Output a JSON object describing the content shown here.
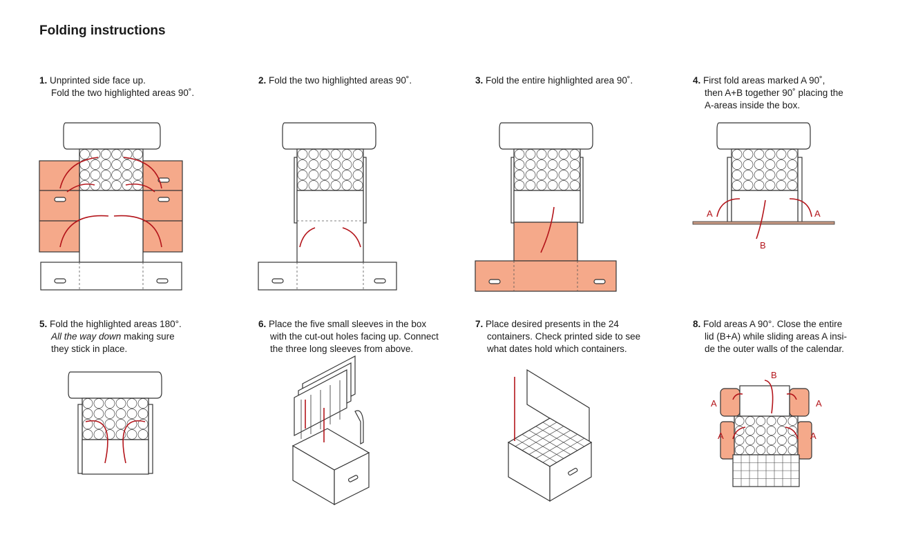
{
  "title": "Folding instructions",
  "colors": {
    "highlight": "#f5a98a",
    "arrow": "#b3141a",
    "line": "#333333"
  },
  "steps": [
    {
      "num": "1.",
      "line1": "Unprinted side face up.",
      "line2": "Fold the two highlighted areas 90˚."
    },
    {
      "num": "2.",
      "line1": "Fold the two highlighted areas 90˚."
    },
    {
      "num": "3.",
      "line1": "Fold the entire highlighted area 90˚."
    },
    {
      "num": "4.",
      "line1": "First fold areas marked A 90˚,",
      "line2": "then A+B together 90˚ placing the",
      "line3": "A-areas inside the box.",
      "labels": {
        "a": "A",
        "b": "B"
      }
    },
    {
      "num": "5.",
      "line1": "Fold the highlighted areas 180°.",
      "line2_em": "All the way down",
      "line2_rest": " making sure",
      "line3": "they stick in place."
    },
    {
      "num": "6.",
      "line1": "Place the five small sleeves in the box",
      "line2": "with the cut-out holes facing up. Connect",
      "line3": "the three long sleeves from above."
    },
    {
      "num": "7.",
      "line1": "Place desired presents in the 24",
      "line2": "containers. Check printed side to see",
      "line3": "what dates hold which containers."
    },
    {
      "num": "8.",
      "line1": "Fold areas A 90°. Close the entire",
      "line2": "lid (B+A) while sliding areas A insi-",
      "line3": "de the outer walls of the calendar.",
      "labels": {
        "a": "A",
        "b": "B"
      }
    }
  ]
}
